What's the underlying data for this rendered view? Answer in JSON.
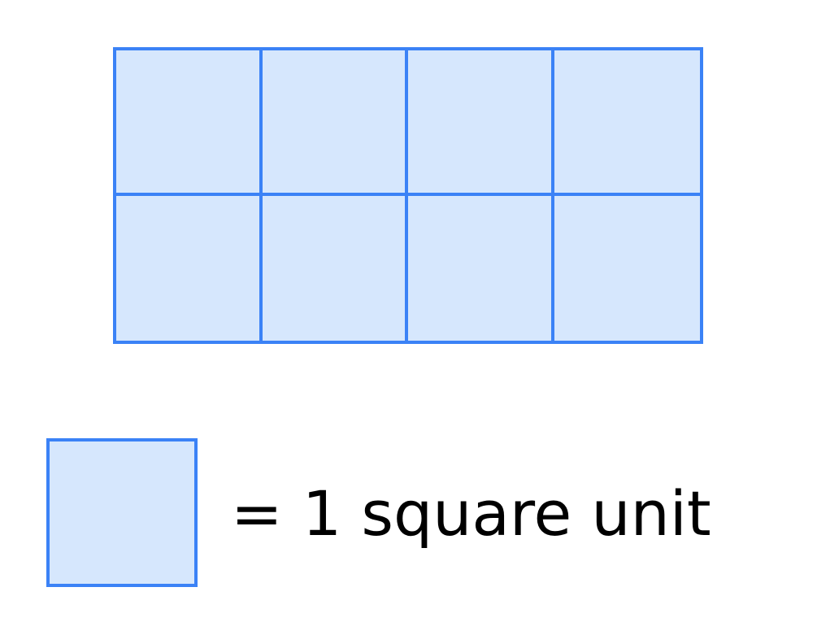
{
  "diagram": {
    "rows": 2,
    "columns": 4,
    "unit_squares": 8
  },
  "legend": {
    "text": "= 1 square unit"
  },
  "colors": {
    "square_fill": "#d6e7fd",
    "square_border": "#3b82f6"
  }
}
